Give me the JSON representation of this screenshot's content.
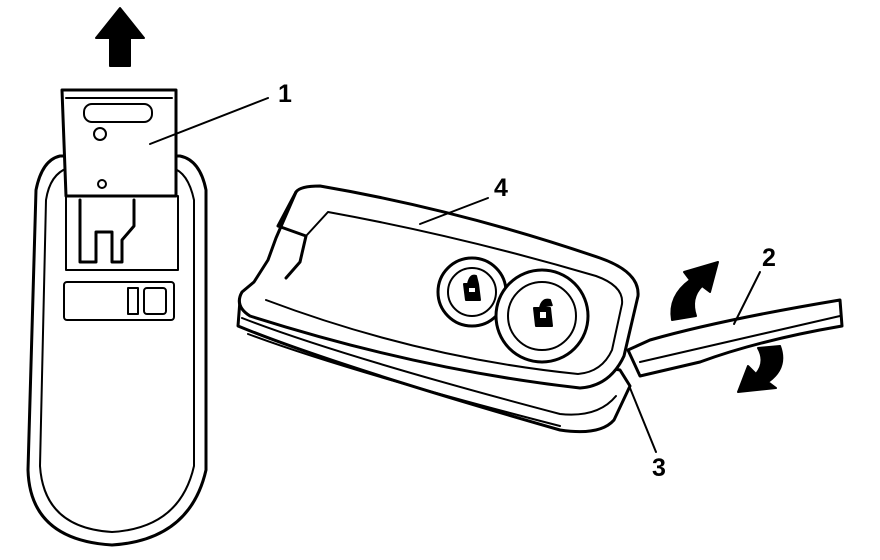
{
  "callouts": {
    "emergency_key": "1",
    "screwdriver": "2",
    "case_seam": "3",
    "key_fob_case": "4"
  },
  "icons": [
    "up-arrow-icon",
    "curved-up-arrow-icon",
    "curved-down-arrow-icon",
    "lock-icon",
    "unlock-icon"
  ]
}
